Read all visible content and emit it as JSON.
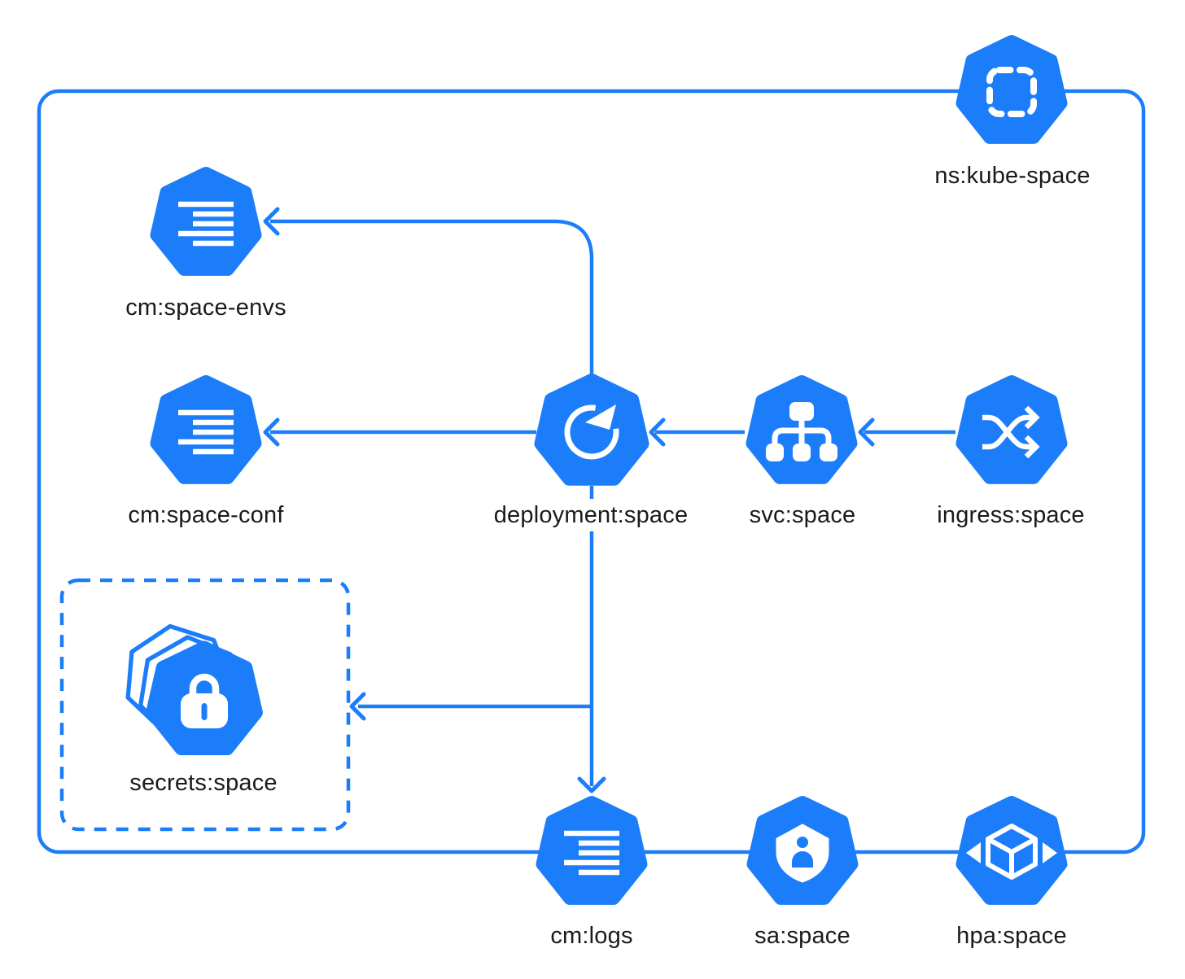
{
  "colors": {
    "accent": "#1c7dfa",
    "icon": "#ffffff",
    "label": "#1a1a1a",
    "background": "#ffffff"
  },
  "nodes": [
    {
      "id": "namespace",
      "label": "ns:kube-space",
      "icon": "namespace-icon"
    },
    {
      "id": "cm-space-envs",
      "label": "cm:space-envs",
      "icon": "configmap-icon"
    },
    {
      "id": "cm-space-conf",
      "label": "cm:space-conf",
      "icon": "configmap-icon"
    },
    {
      "id": "deployment",
      "label": "deployment:space",
      "icon": "deployment-icon"
    },
    {
      "id": "service",
      "label": "svc:space",
      "icon": "service-icon"
    },
    {
      "id": "ingress",
      "label": "ingress:space",
      "icon": "ingress-icon"
    },
    {
      "id": "secrets",
      "label": "secrets:space",
      "icon": "secret-icon"
    },
    {
      "id": "cm-logs",
      "label": "cm:logs",
      "icon": "configmap-icon"
    },
    {
      "id": "serviceaccount",
      "label": "sa:space",
      "icon": "serviceaccount-icon"
    },
    {
      "id": "hpa",
      "label": "hpa:space",
      "icon": "hpa-icon"
    }
  ],
  "edges": [
    {
      "from": "ingress:space",
      "to": "svc:space"
    },
    {
      "from": "svc:space",
      "to": "deployment:space"
    },
    {
      "from": "deployment:space",
      "to": "cm:space-conf"
    },
    {
      "from": "deployment:space",
      "to": "cm:space-envs"
    },
    {
      "from": "deployment:space",
      "to": "cm:logs"
    },
    {
      "from": "deployment:space",
      "to": "secrets:space"
    }
  ]
}
